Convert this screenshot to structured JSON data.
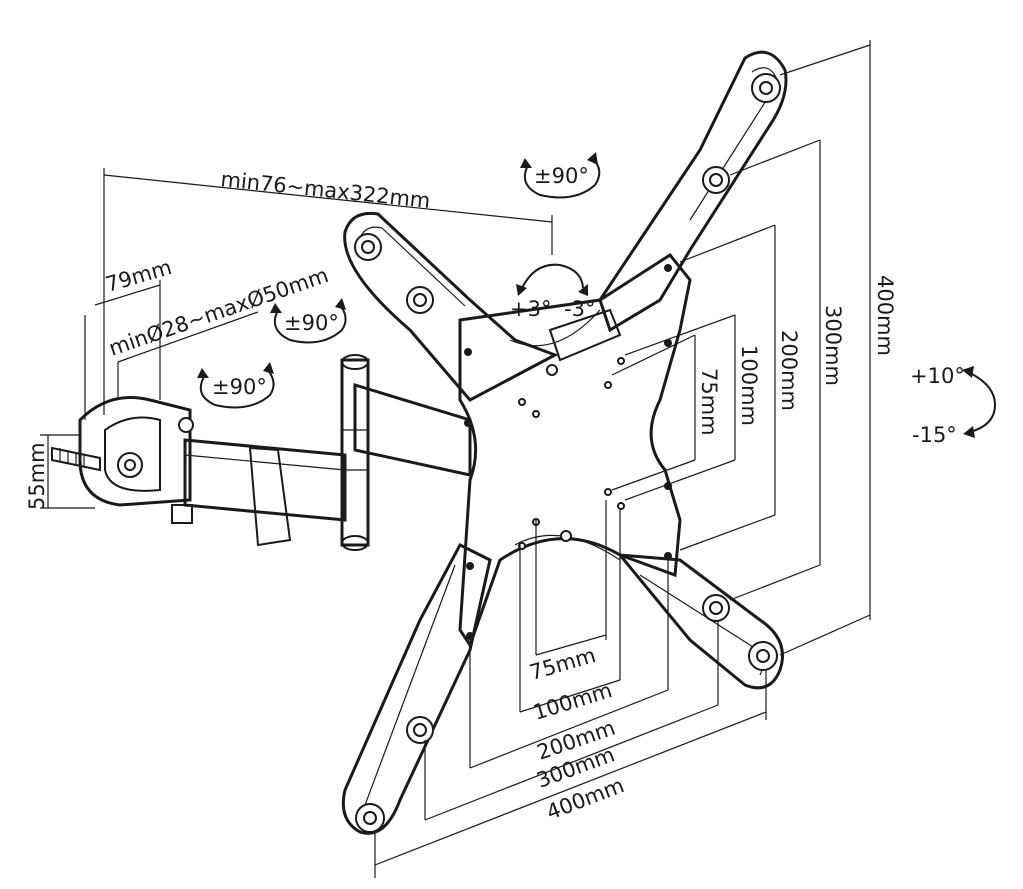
{
  "labels": {
    "clamp_range": "min76~max322mm",
    "arm_offset": "79mm",
    "pole_diameter": "minØ28~maxØ50mm",
    "clamp_height": "55mm",
    "swivel_top": "±90°",
    "swivel_arm1": "±90°",
    "swivel_arm2": "±90°",
    "rotate_plus": "+3°",
    "rotate_minus": "-3°",
    "tilt_up": "+10°",
    "tilt_down": "-15°",
    "v75": "75mm",
    "v100": "100mm",
    "v200": "200mm",
    "v300": "300mm",
    "v400": "400mm",
    "h75": "75mm",
    "h100": "100mm",
    "h200": "200mm",
    "h300": "300mm",
    "h400": "400mm"
  }
}
